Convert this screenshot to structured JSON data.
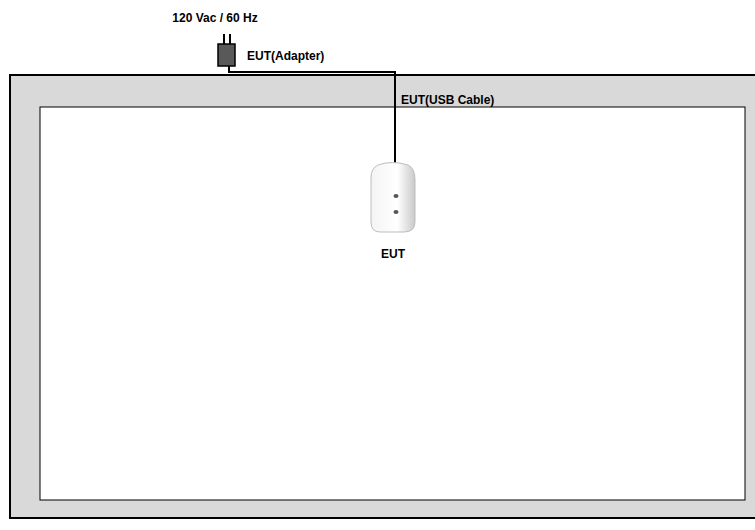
{
  "diagram": {
    "labels": [
      "120 Vac / 60 Hz",
      "EUT(Adapter)",
      "EUT(USB Cable)",
      "EUT"
    ]
  }
}
